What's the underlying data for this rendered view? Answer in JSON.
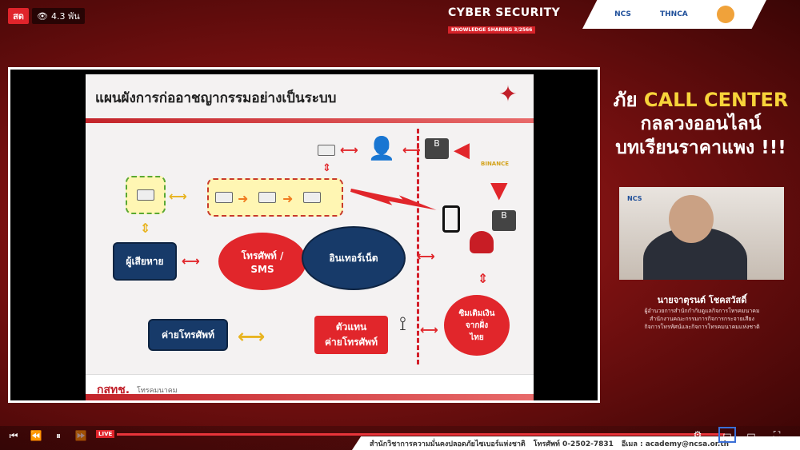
{
  "live": {
    "label": "สด",
    "viewers": "4.3 พัน"
  },
  "brand": {
    "title": "CYBER SECURITY",
    "subtitle": "KNOWLEDGE SHARING 3/2566"
  },
  "logos": [
    "NCS",
    "THNCA",
    ""
  ],
  "slide": {
    "title": "แผนผังการก่ออาชญากรรมอย่างเป็นระบบ",
    "victim": "ผู้เสียหาย",
    "phone_sms": "โทรศัพท์ /\nSMS",
    "internet": "อินเทอร์เน็ต",
    "operator": "ค่ายโทรศัพท์",
    "agent": "ตัวแทน\nค่ายโทรศัพท์",
    "sim": "ซิมเติมเงิน\nจากฝั่ง\nไทย",
    "binance": "BINANCE",
    "footer_logo": "กสทช.",
    "footer_sub": "โทรคมนาคม"
  },
  "headline": {
    "l1a": "ภัย ",
    "l1b": "CALL CENTER",
    "l2": "กลลวงออนไลน์",
    "l3": "บทเรียนราคาแพง !!!"
  },
  "speaker": {
    "name": "นายจาตุรนต์ โชคสวัสดิ์",
    "role1": "ผู้อำนวยการสำนักกำกับดูแลกิจการโทรคมนาคม",
    "role2": "สำนักงานคณะกรรมการกิจการกระจายเสียง",
    "role3": "กิจการโทรทัศน์และกิจการโทรคมนาคมแห่งชาติ"
  },
  "controls": {
    "live": "LIVE"
  },
  "ticker": {
    "org": "สำนักวิชาการความมั่นคงปลอดภัยไซเบอร์แห่งชาติ",
    "phone": "โทรศัพท์ 0-2502-7831",
    "email": "อีเมล : academy@ncsa.or.th"
  }
}
